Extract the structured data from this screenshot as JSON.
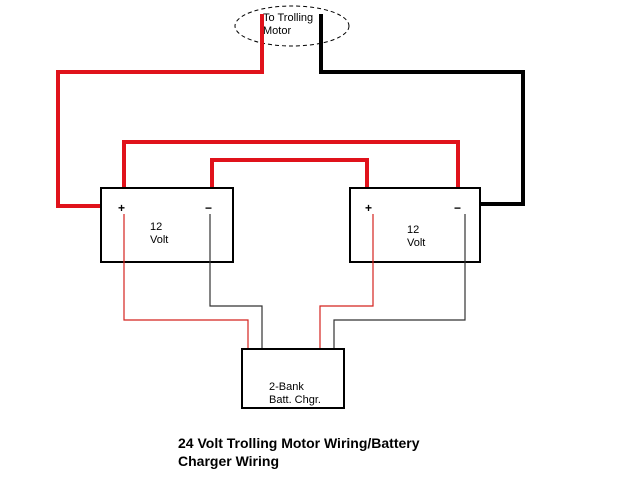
{
  "colors": {
    "positive_wire": "#e0121b",
    "negative_wire": "#000000",
    "charger_positive_wire": "#d4231f",
    "charger_negative_wire": "#333333",
    "outline": "#000000",
    "background": "#ffffff"
  },
  "motor": {
    "line1": "To Trolling",
    "line2": "Motor"
  },
  "battery_left": {
    "positive": "+",
    "negative": "−",
    "line1": "12",
    "line2": "Volt"
  },
  "battery_right": {
    "positive": "+",
    "negative": "−",
    "line1": "12",
    "line2": "Volt"
  },
  "charger": {
    "line1": "2-Bank",
    "line2": "Batt. Chgr."
  },
  "caption": {
    "line1": "24 Volt Trolling Motor Wiring/Battery",
    "line2": "Charger Wiring"
  }
}
